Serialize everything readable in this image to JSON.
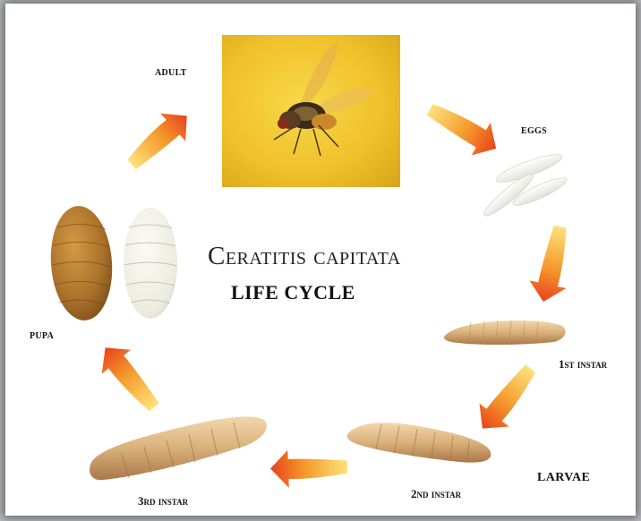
{
  "title": {
    "line1": "Ceratitis capitata",
    "line2": "LIFE CYCLE"
  },
  "stages": {
    "adult": "ADULT",
    "eggs": "EGGS",
    "instar1": "1st instar",
    "instar2": "2nd instar",
    "instar3": "3rd instar",
    "pupa": "PUPA",
    "larvae": "LARVAE"
  },
  "colors": {
    "arrow_start": "#fde27a",
    "arrow_end": "#e8421c",
    "photo_bg": "#f2c62a",
    "larva": "#d9b07a",
    "pupa_brown": "#a8702a",
    "pupa_white": "#ecebe0",
    "egg": "#f1f3ec"
  }
}
